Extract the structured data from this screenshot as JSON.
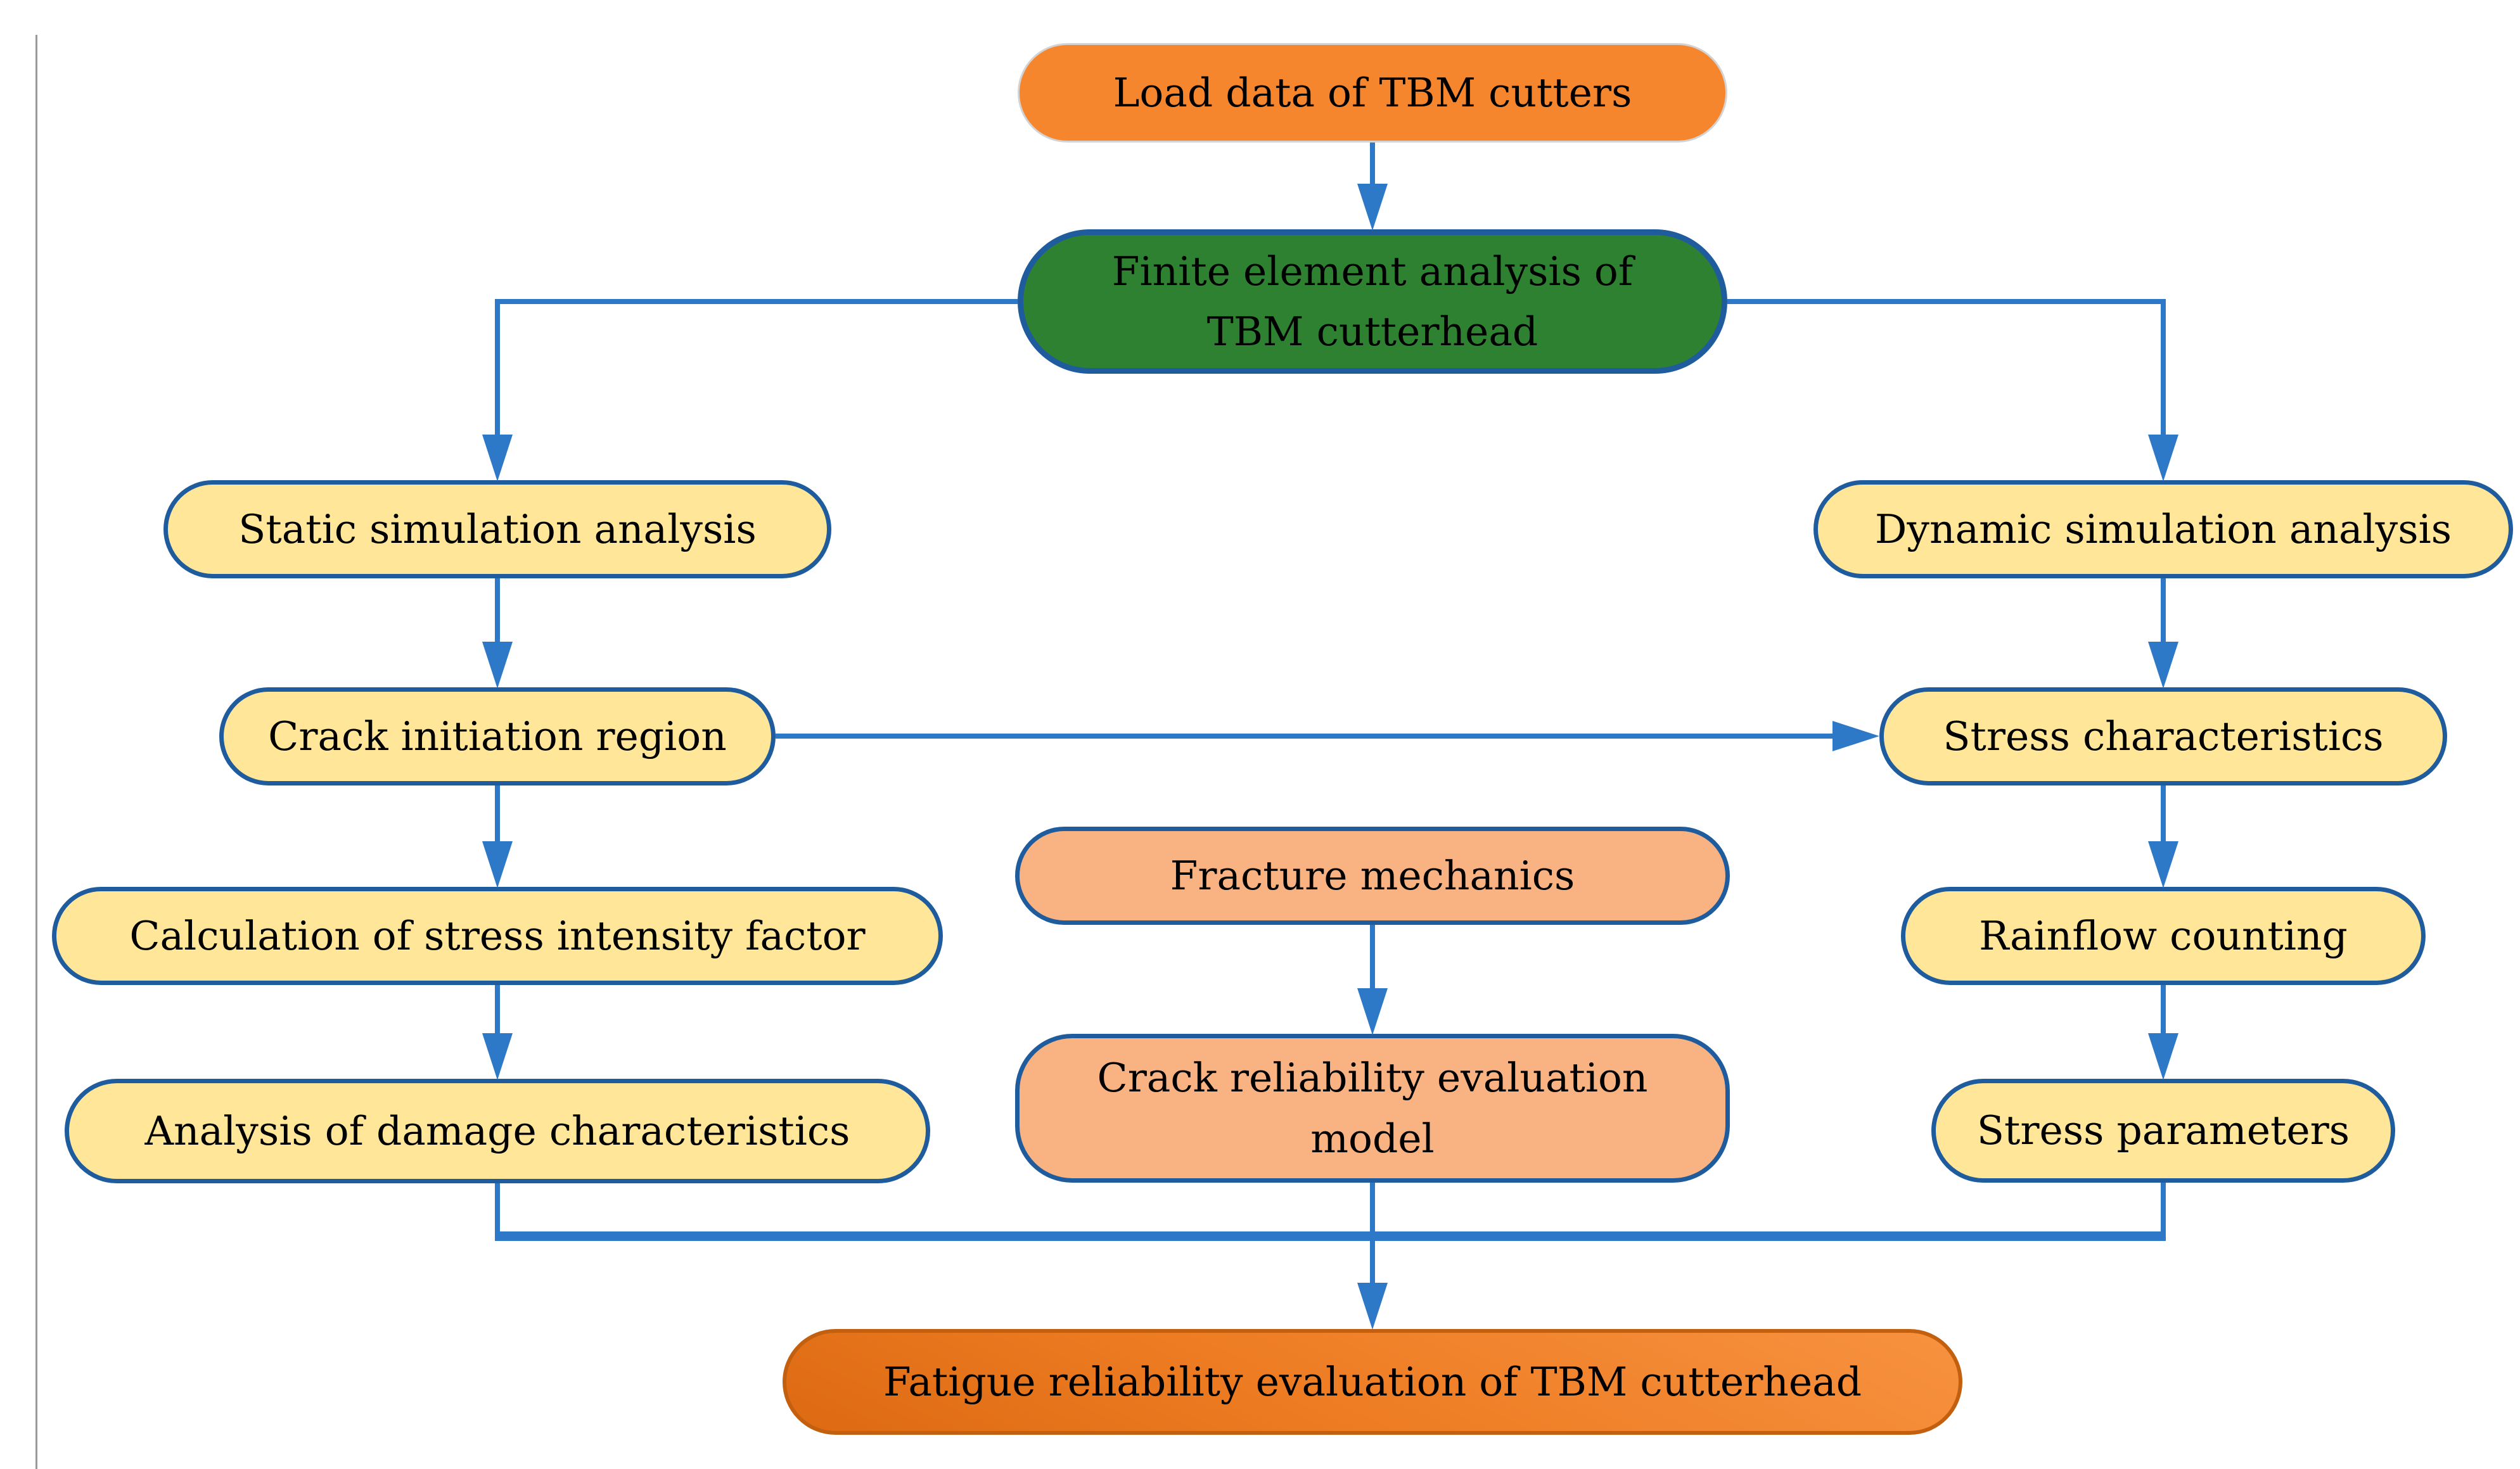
{
  "figure": {
    "type": "flowchart",
    "background": "#ffffff",
    "colors": {
      "connector_blue": "#2E78C8",
      "node_border_blue": "#1E5C9E",
      "yellow_fill": "#FFE699",
      "salmon_fill": "#F9B383",
      "green_fill": "#2E8131",
      "orange_fill": "#F6862E",
      "dark_orange_fill": "#EE7D24",
      "dark_orange_border": "#C2600F",
      "text": "#000000"
    }
  },
  "nodes": {
    "load_data": {
      "label": "Load data of TBM cutters"
    },
    "fea": {
      "line1": "Finite element analysis of",
      "line2": "TBM cutterhead"
    },
    "static_sim": {
      "label": "Static simulation analysis"
    },
    "dynamic_sim": {
      "label": "Dynamic simulation analysis"
    },
    "crack_initiation": {
      "label": "Crack initiation region"
    },
    "stress_char": {
      "label": "Stress characteristics"
    },
    "fracture": {
      "label": "Fracture mechanics"
    },
    "calc_sif": {
      "label": "Calculation of stress intensity factor"
    },
    "rainflow": {
      "label": "Rainflow counting"
    },
    "damage": {
      "label": "Analysis of damage characteristics"
    },
    "crack_model": {
      "line1": "Crack reliability evaluation",
      "line2": "model"
    },
    "stress_params": {
      "label": "Stress parameters"
    },
    "fatigue": {
      "label": "Fatigue reliability evaluation of TBM cutterhead"
    }
  },
  "edges": [
    "load_data -> fea",
    "fea -> static_sim",
    "fea -> dynamic_sim",
    "static_sim -> crack_initiation",
    "dynamic_sim -> stress_char",
    "crack_initiation -> stress_char",
    "crack_initiation -> calc_sif",
    "stress_char -> rainflow",
    "fracture -> crack_model",
    "calc_sif -> damage",
    "rainflow -> stress_params",
    "damage + crack_model + stress_params -> fatigue"
  ]
}
